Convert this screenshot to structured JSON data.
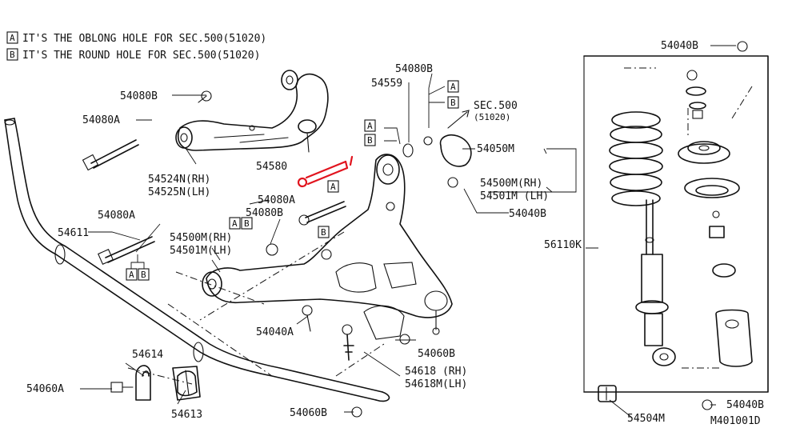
{
  "notes": {
    "a": {
      "tag": "A",
      "text": "IT'S THE OBLONG HOLE FOR SEC.500(51020)"
    },
    "b": {
      "tag": "B",
      "text": "IT'S THE ROUND HOLE FOR SEC.500(51020)"
    }
  },
  "sec_ref": {
    "line1": "SEC.500",
    "line2": "(51020)"
  },
  "drawing_id": "M401001D",
  "highlight_color": "#e1141e",
  "tags": {
    "a": "A",
    "b": "B"
  },
  "parts": {
    "p54080B_upper": "54080B",
    "p54080A_top": "54080A",
    "p54524_rh": "54524N(RH)",
    "p54525_lh": "54525N(LH)",
    "p54580": "54580",
    "p54080B_mid": "54080B",
    "p54559": "54559",
    "p54050M": "54050M",
    "p54500M_rh_right": "54500M(RH)",
    "p54501M_lh_right": "54501M (LH)",
    "p54040B_mid": "54040B",
    "p54080A_mid": "54080A",
    "p54080B_left": "54080B",
    "p54080A_left": "54080A",
    "p54611": "54611",
    "p54500M_rh_left": "54500M(RH)",
    "p54501M_lh_left": "54501M(LH)",
    "p54040A": "54040A",
    "p54060B_right": "54060B",
    "p54614": "54614",
    "p54618_rh": "54618 (RH)",
    "p54618M_lh": "54618M(LH)",
    "p54060A": "54060A",
    "p54613": "54613",
    "p54060B_bottom": "54060B",
    "p54040B_top": "54040B",
    "p56110K": "56110K",
    "p54040B_bottom": "54040B",
    "p54504M": "54504M"
  }
}
